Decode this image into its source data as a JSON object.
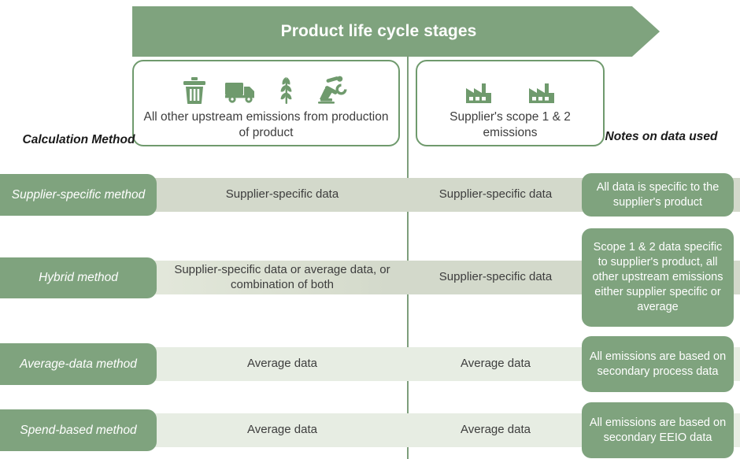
{
  "banner": {
    "title": "Product life cycle stages",
    "color": "#7fa37e"
  },
  "stages": [
    {
      "id": "upstream",
      "caption": "All other upstream emissions from production of product",
      "icons": [
        "trash-bin-icon",
        "truck-icon",
        "wheat-plant-icon",
        "robot-arm-icon"
      ]
    },
    {
      "id": "supplier-scope",
      "caption": "Supplier's scope 1 & 2 emissions",
      "icons": [
        "factory-icon",
        "factory-icon"
      ]
    }
  ],
  "headers": {
    "calculation_method": "Calculation Method",
    "notes_on_data_used": "Notes on data used"
  },
  "rows": [
    {
      "method": "Supplier-specific method",
      "upstream": "Supplier-specific data",
      "scope": "Supplier-specific data",
      "notes": "All data is specific to the supplier's product"
    },
    {
      "method": "Hybrid method",
      "upstream": "Supplier-specific data or average data, or combination of both",
      "scope": "Supplier-specific data",
      "notes": "Scope 1 & 2 data specific to supplier's product, all other upstream emissions either supplier specific or average"
    },
    {
      "method": "Average-data method",
      "upstream": "Average data",
      "scope": "Average data",
      "notes": "All emissions are based on secondary process data"
    },
    {
      "method": "Spend-based method",
      "upstream": "Average data",
      "scope": "Average data",
      "notes": "All emissions are based on secondary EEIO data"
    }
  ],
  "colors": {
    "green": "#7fa37e",
    "band_dark": "#d3d9cb",
    "band_light": "#e7ede3",
    "outline": "#6f9a6d",
    "text": "#3d3d3d"
  }
}
